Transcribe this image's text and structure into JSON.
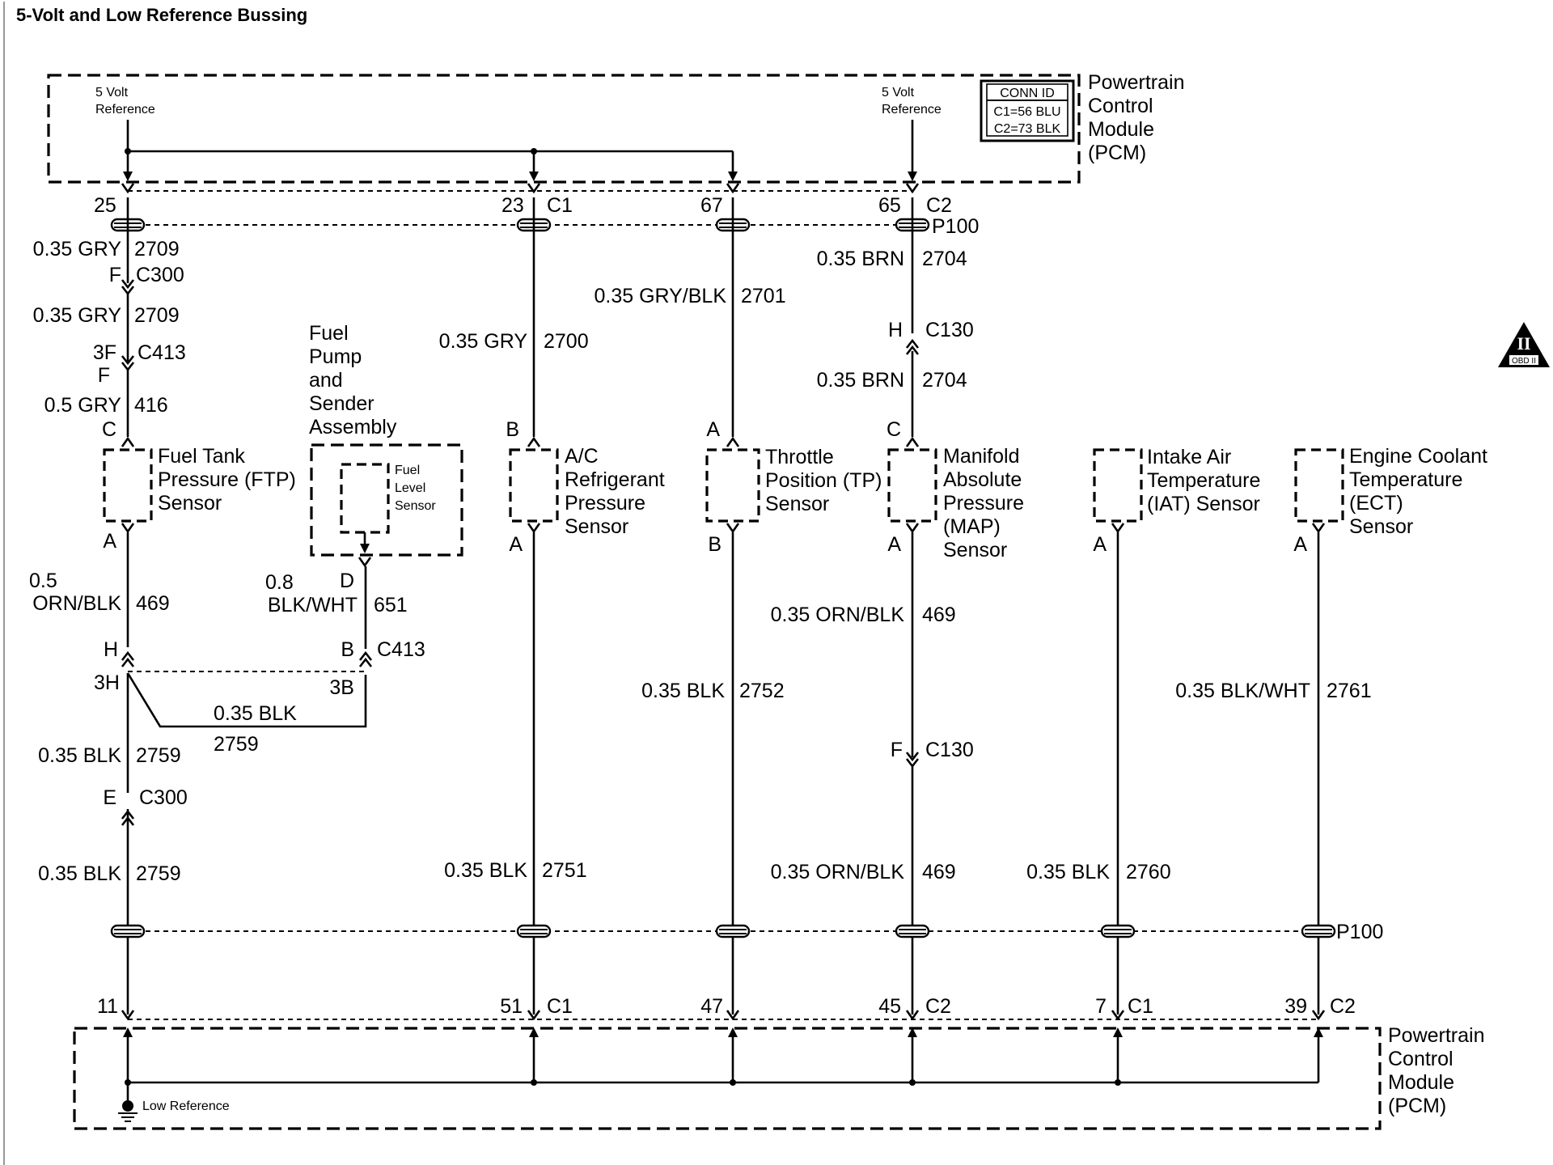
{
  "title": "5-Volt and Low Reference Bussing",
  "pcm_top": {
    "name": [
      "Powertrain",
      "Control",
      "Module",
      "(PCM)"
    ],
    "ref_left": [
      "5 Volt",
      "Reference"
    ],
    "ref_right": [
      "5 Volt",
      "Reference"
    ],
    "conn_id": [
      "CONN ID",
      "C1=56 BLU",
      "C2=73 BLK"
    ]
  },
  "pcm_bottom": {
    "name": [
      "Powertrain",
      "Control",
      "Module",
      "(PCM)"
    ],
    "low_ref": "Low Reference"
  },
  "top_pins": [
    {
      "pin": "25",
      "conn": ""
    },
    {
      "pin": "23",
      "conn": "C1"
    },
    {
      "pin": "67",
      "conn": ""
    },
    {
      "pin": "65",
      "conn": "C2"
    }
  ],
  "splice_top": "P100",
  "splice_bottom": "P100",
  "bottom_pins": [
    {
      "pin": "11",
      "conn": ""
    },
    {
      "pin": "51",
      "conn": "C1"
    },
    {
      "pin": "47",
      "conn": ""
    },
    {
      "pin": "45",
      "conn": "C2"
    },
    {
      "pin": "7",
      "conn": "C1"
    },
    {
      "pin": "39",
      "conn": "C2"
    }
  ],
  "ftp_branch": {
    "w1": {
      "gauge": "0.35 GRY",
      "circuit": "2709"
    },
    "c300_top": {
      "pin": "F",
      "conn": "C300"
    },
    "w2": {
      "gauge": "0.35 GRY",
      "circuit": "2709"
    },
    "c413_top": {
      "pin_a": "3F",
      "pin_b": "F",
      "conn": "C413"
    },
    "w3": {
      "gauge": "0.5 GRY",
      "circuit": "416"
    },
    "sensor_pin_top": "C",
    "sensor": [
      "Fuel Tank",
      "Pressure (FTP)",
      "Sensor"
    ],
    "sensor_pin_bot": "A",
    "w4": {
      "gauge_a": "0.5",
      "gauge_b": "ORN/BLK",
      "circuit": "469"
    },
    "splice_pin_a": "H",
    "splice_pin_b": "3H",
    "jumper": {
      "gauge": "0.35 BLK",
      "circuit": "2759"
    },
    "w5": {
      "gauge": "0.35 BLK",
      "circuit": "2759"
    },
    "c300_bot": {
      "pin": "E",
      "conn": "C300"
    },
    "w6": {
      "gauge": "0.35 BLK",
      "circuit": "2759"
    }
  },
  "fuel_pump": {
    "name": [
      "Fuel",
      "Pump",
      "and",
      "Sender",
      "Assembly"
    ],
    "inner": [
      "Fuel",
      "Level",
      "Sensor"
    ],
    "pin": "D",
    "wire": {
      "gauge_a": "0.8",
      "gauge_b": "BLK/WHT",
      "circuit": "651"
    },
    "c413": {
      "pin_a": "B",
      "pin_b": "3B",
      "conn": "C413"
    }
  },
  "ac_branch": {
    "w1": {
      "gauge": "0.35 GRY",
      "circuit": "2700"
    },
    "pin_top": "B",
    "sensor": [
      "A/C",
      "Refrigerant",
      "Pressure",
      "Sensor"
    ],
    "pin_bot": "A",
    "w2": {
      "gauge": "0.35 BLK",
      "circuit": "2751"
    }
  },
  "tp_branch": {
    "w1": {
      "gauge": "0.35 GRY/BLK",
      "circuit": "2701"
    },
    "pin_top": "A",
    "sensor": [
      "Throttle",
      "Position (TP)",
      "Sensor"
    ],
    "pin_bot": "B",
    "w2": {
      "gauge": "0.35 BLK",
      "circuit": "2752"
    }
  },
  "map_branch": {
    "w1": {
      "gauge": "0.35 BRN",
      "circuit": "2704"
    },
    "c130_top": {
      "pin": "H",
      "conn": "C130"
    },
    "w2": {
      "gauge": "0.35 BRN",
      "circuit": "2704"
    },
    "pin_top": "C",
    "sensor": [
      "Manifold",
      "Absolute",
      "Pressure",
      "(MAP)",
      "Sensor"
    ],
    "pin_bot": "A",
    "w3": {
      "gauge": "0.35 ORN/BLK",
      "circuit": "469"
    },
    "c130_bot": {
      "pin": "F",
      "conn": "C130"
    },
    "w4": {
      "gauge": "0.35 ORN/BLK",
      "circuit": "469"
    }
  },
  "iat_branch": {
    "sensor": [
      "Intake Air",
      "Temperature",
      "(IAT) Sensor"
    ],
    "pin_bot": "A",
    "w1": {
      "gauge": "0.35 BLK",
      "circuit": "2760"
    }
  },
  "ect_branch": {
    "sensor": [
      "Engine Coolant",
      "Temperature",
      "(ECT)",
      "Sensor"
    ],
    "pin_bot": "A",
    "w1": {
      "gauge": "0.35 BLK/WHT",
      "circuit": "2761"
    }
  },
  "obd_badge": "OBD II",
  "obd_numeral": "II"
}
